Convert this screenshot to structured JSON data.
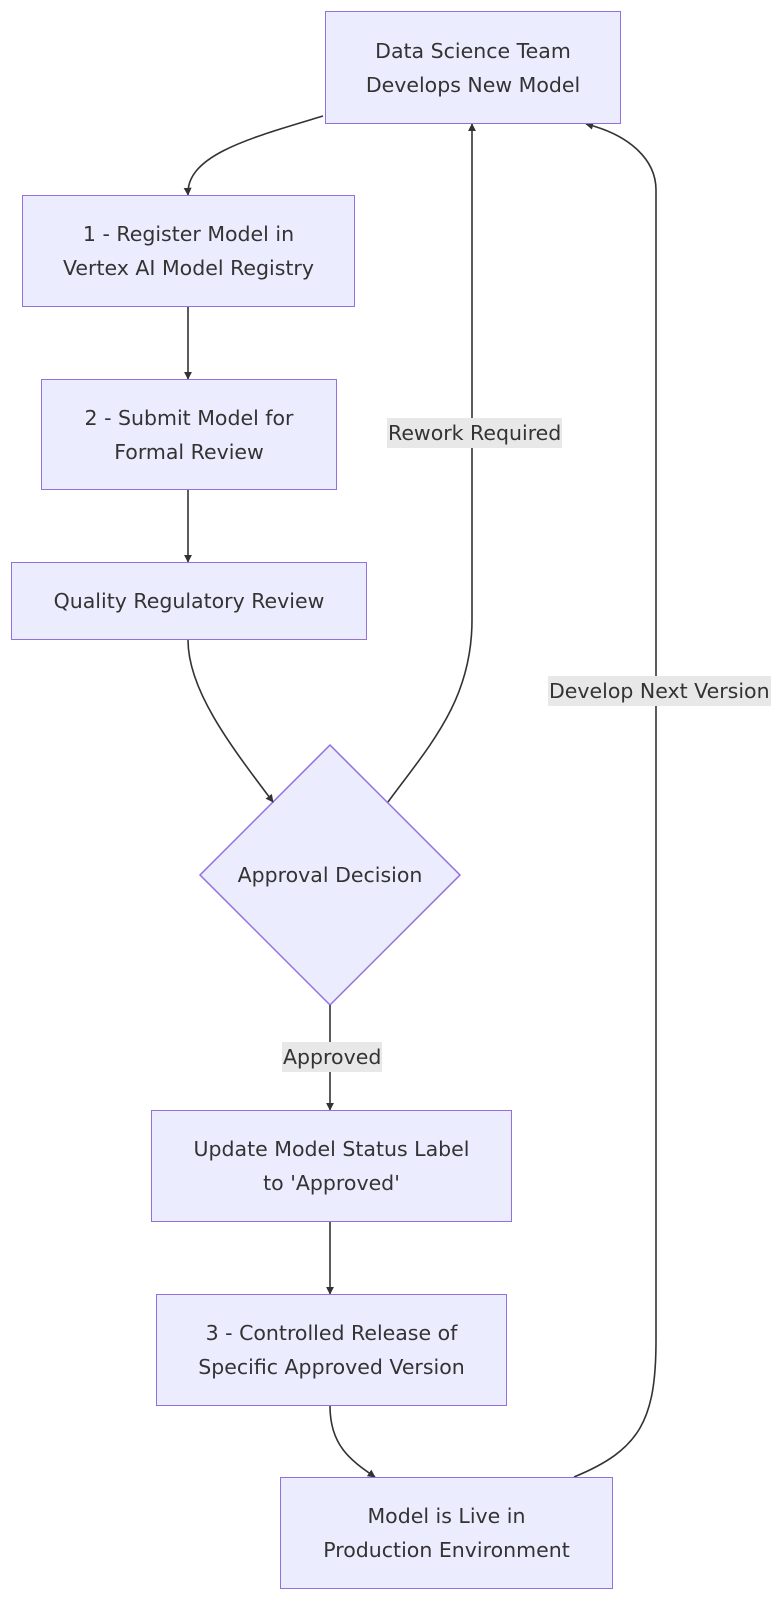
{
  "diagram": {
    "nodes": {
      "start": {
        "lines": [
          "Data Science Team",
          "Develops New Model"
        ]
      },
      "register": {
        "lines": [
          "1 - Register Model in",
          "Vertex AI Model Registry"
        ]
      },
      "submit": {
        "lines": [
          "2 - Submit Model for",
          "Formal Review"
        ]
      },
      "review": {
        "lines": [
          "Quality Regulatory Review"
        ]
      },
      "decision": {
        "label": "Approval Decision"
      },
      "update": {
        "lines": [
          "Update Model Status Label",
          "to 'Approved'"
        ]
      },
      "release": {
        "lines": [
          "3 - Controlled Release of",
          "Specific Approved Version"
        ]
      },
      "live": {
        "lines": [
          "Model is Live in",
          "Production Environment"
        ]
      }
    },
    "edge_labels": {
      "rework": "Rework Required",
      "next_version": "Develop Next Version",
      "approved": "Approved"
    }
  },
  "colors": {
    "node_fill": "#ececff",
    "node_stroke": "#9370db",
    "edge": "#333333",
    "edge_label_bg": "#e8e8e8"
  }
}
